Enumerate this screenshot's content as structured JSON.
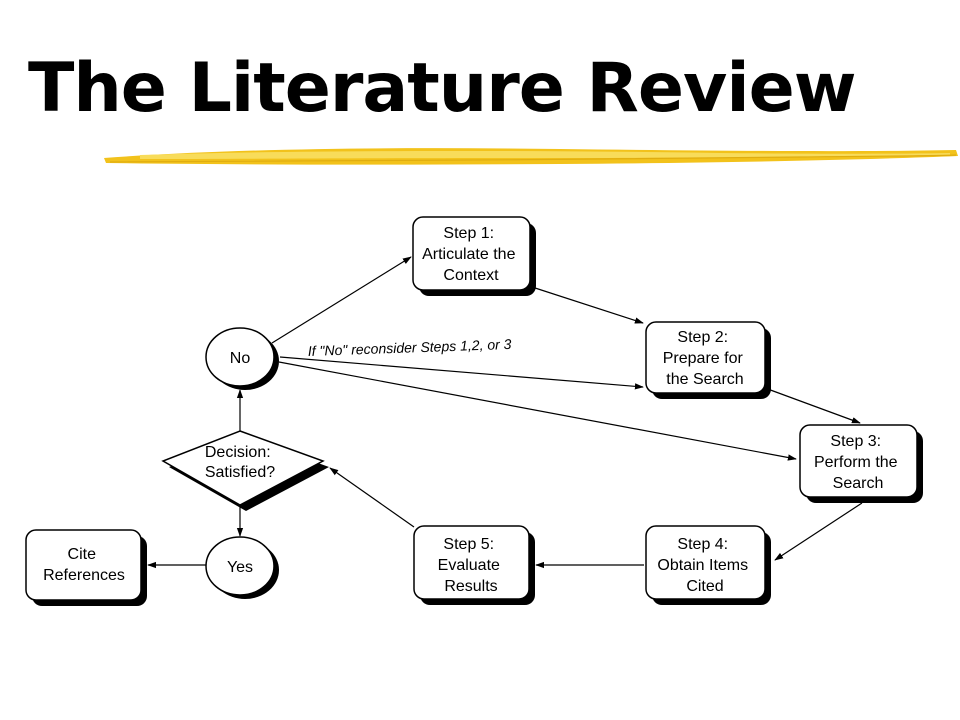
{
  "title": "The Literature Review",
  "colors": {
    "highlight": "#f2c21b",
    "highlight_light": "#f8dc5a",
    "ink": "#000000",
    "node_fill": "#ffffff",
    "shadow": "#000000"
  },
  "nodes": {
    "step1": [
      "Step 1:",
      "Articulate the",
      "Context"
    ],
    "step2": [
      "Step 2:",
      "Prepare for",
      "the Search"
    ],
    "step3": [
      "Step 3:",
      "Perform the",
      "Search"
    ],
    "step4": [
      "Step 4:",
      "Obtain Items",
      "Cited"
    ],
    "step5": [
      "Step 5:",
      "Evaluate",
      "Results"
    ],
    "decision": [
      "Decision:",
      "Satisfied?"
    ],
    "no": "No",
    "yes": "Yes",
    "cite": [
      "Cite",
      "References"
    ]
  },
  "edge_label": "If \"No\" reconsider Steps 1,2, or 3"
}
